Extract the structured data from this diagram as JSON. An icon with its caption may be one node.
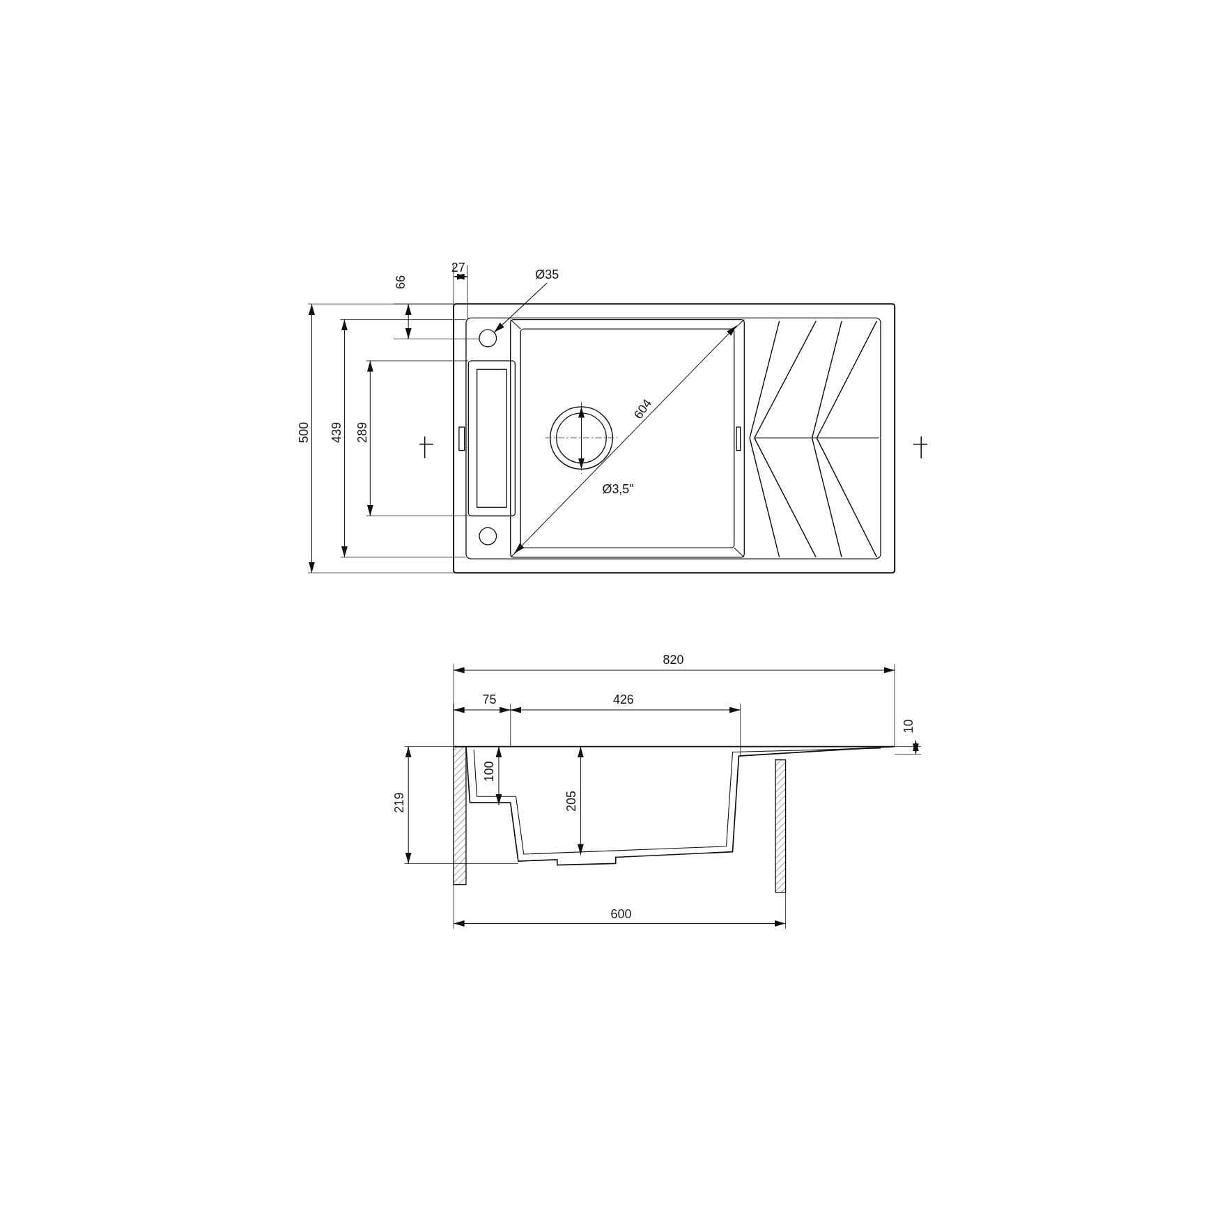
{
  "diagram": {
    "nodes": [
      {
        "text": [
          "Ø35"
        ]
      },
      {
        "text": [],
        "shape": "circle"
      }
    ],
    "edges": [
      {
        "from": 0,
        "to": 1,
        "arrow": "to"
      }
    ],
    "labels": [
      "27",
      "66",
      "500",
      "439",
      "289",
      "604",
      "Ø3,5\"",
      "820",
      "75",
      "426",
      "10",
      "219",
      "100",
      "205",
      "600"
    ]
  }
}
